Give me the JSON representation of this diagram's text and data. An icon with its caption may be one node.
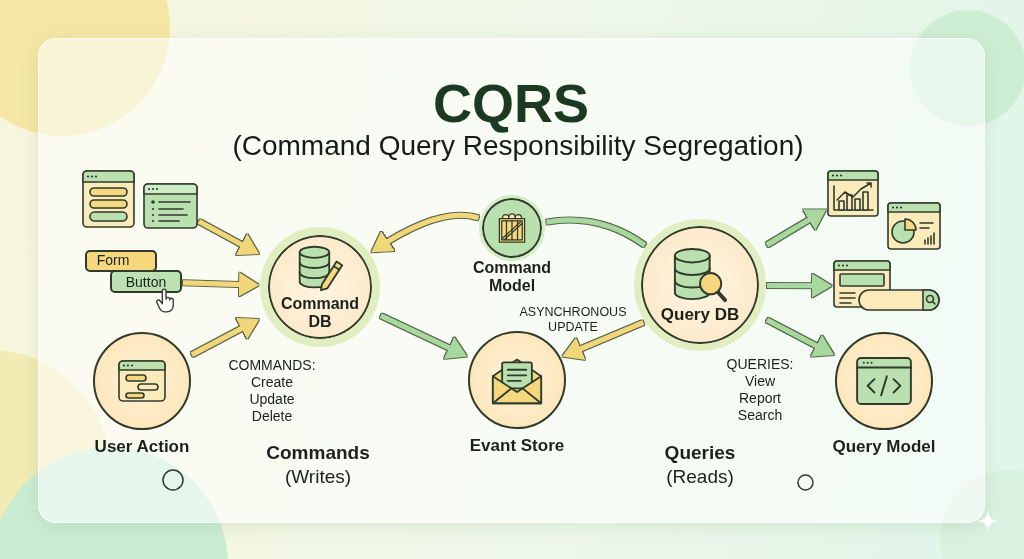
{
  "diagram": {
    "title": "CQRS",
    "nodes": [
      {
        "text": [],
        "shape": "picture"
      },
      {
        "text": [],
        "shape": "picture"
      },
      {
        "text": [
          "Form"
        ]
      },
      {
        "text": [
          "Button"
        ]
      },
      {
        "text": [
          "User Action"
        ]
      },
      {
        "text": [
          "Command DB"
        ]
      },
      {
        "text": [
          "Command Model"
        ]
      },
      {
        "text": [
          "Query DB"
        ]
      },
      {
        "text": [
          "Evant Store"
        ]
      },
      {
        "text": [
          "Query Model"
        ]
      },
      {
        "text": [],
        "shape": "picture"
      },
      {
        "text": [],
        "shape": "picture"
      },
      {
        "text": [],
        "shape": "picture"
      }
    ],
    "edges": [
      {
        "from": 1,
        "to": 5,
        "arrow": "to",
        "color": "#f2d77a"
      },
      {
        "from": 3,
        "to": 5,
        "arrow": "to",
        "color": "#f2d77a"
      },
      {
        "from": 4,
        "to": 5,
        "arrow": "to",
        "color": "#f2d77a"
      },
      {
        "from": 6,
        "to": 5,
        "arrow": "to",
        "color": "#f2d77a"
      },
      {
        "from": 7,
        "to": 6,
        "arrow": "none"
      },
      {
        "from": 5,
        "to": 8,
        "arrow": "to"
      },
      {
        "from": 7,
        "to": 8,
        "arrow": "to",
        "label": "ASYNCHRONOUS UPDATE",
        "color": "#f2d77a"
      },
      {
        "from": 7,
        "to": 9,
        "arrow": "to"
      },
      {
        "from": 7,
        "to": 10,
        "arrow": "to"
      },
      {
        "from": 7,
        "to": 12,
        "arrow": "to"
      }
    ],
    "labels": [
      "(Command Query Responsibility Segregation)",
      "COMMANDS: Create Update Delete",
      "QUERIES: View Report Search",
      "**Commands** (Writes)",
      "**Queries** (Reads)"
    ]
  }
}
